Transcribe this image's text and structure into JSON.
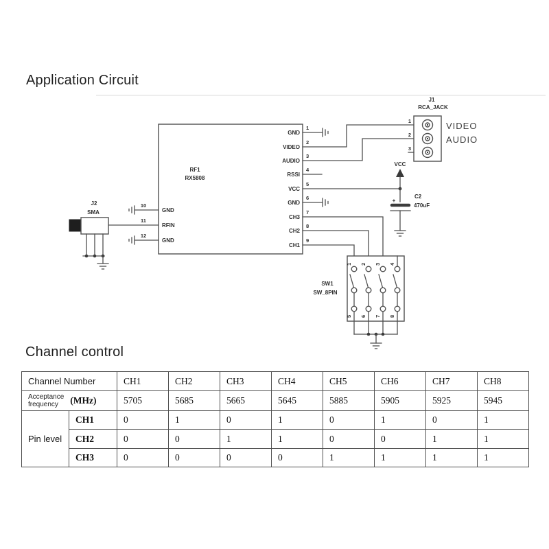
{
  "titles": {
    "application_circuit": "Application Circuit",
    "channel_control": "Channel control"
  },
  "schematic": {
    "ic": {
      "ref": "RF1",
      "part": "RX5808",
      "right_pins": [
        {
          "num": "1",
          "name": "GND"
        },
        {
          "num": "2",
          "name": "VIDEO"
        },
        {
          "num": "3",
          "name": "AUDIO"
        },
        {
          "num": "4",
          "name": "RSSI"
        },
        {
          "num": "5",
          "name": "VCC"
        },
        {
          "num": "6",
          "name": "GND"
        },
        {
          "num": "7",
          "name": "CH3"
        },
        {
          "num": "8",
          "name": "CH2"
        },
        {
          "num": "9",
          "name": "CH1"
        }
      ],
      "left_pins": [
        {
          "num": "10",
          "name": "GND"
        },
        {
          "num": "11",
          "name": "RFIN"
        },
        {
          "num": "12",
          "name": "GND"
        }
      ]
    },
    "j2": {
      "ref": "J2",
      "part": "SMA"
    },
    "j1": {
      "ref": "J1",
      "part": "RCA_JACK",
      "pin_numbers": [
        "1",
        "2",
        "3"
      ],
      "signals": [
        "VIDEO",
        "AUDIO"
      ]
    },
    "power": {
      "vcc": "VCC",
      "cap_ref": "C2",
      "cap_value": "470uF",
      "polarity": "+"
    },
    "sw1": {
      "ref": "SW1",
      "part": "SW_8PIN",
      "top_pins": [
        "1",
        "2",
        "3",
        "4"
      ],
      "bottom_pins": [
        "5",
        "6",
        "7",
        "8"
      ]
    }
  },
  "table": {
    "channel_row": {
      "label": "Channel Number",
      "channels": [
        "CH1",
        "CH2",
        "CH3",
        "CH4",
        "CH5",
        "CH6",
        "CH7",
        "CH8"
      ]
    },
    "frequency_row": {
      "label_line1": "Acceptance",
      "label_line2": "frequency",
      "unit": "(MHz)",
      "values": [
        "5705",
        "5685",
        "5665",
        "5645",
        "5885",
        "5905",
        "5925",
        "5945"
      ]
    },
    "pin_level": {
      "label": "Pin level",
      "rows": [
        {
          "pin": "CH1",
          "values": [
            "0",
            "1",
            "0",
            "1",
            "0",
            "1",
            "0",
            "1"
          ]
        },
        {
          "pin": "CH2",
          "values": [
            "0",
            "0",
            "1",
            "1",
            "0",
            "0",
            "1",
            "1"
          ]
        },
        {
          "pin": "CH3",
          "values": [
            "0",
            "0",
            "0",
            "0",
            "1",
            "1",
            "1",
            "1"
          ]
        }
      ]
    }
  }
}
